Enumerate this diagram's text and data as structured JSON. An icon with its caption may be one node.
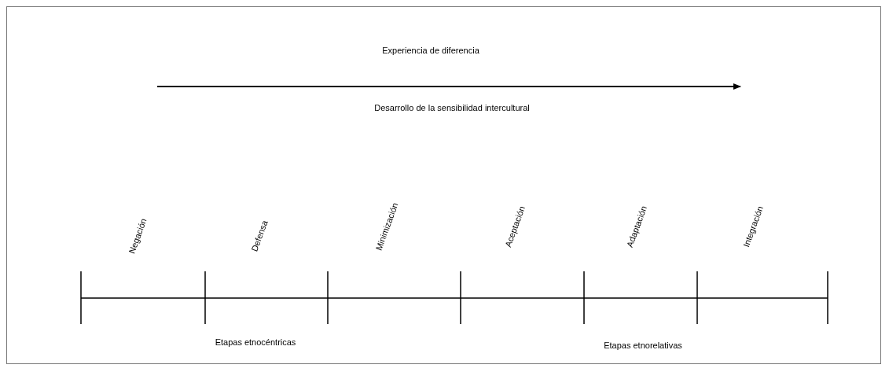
{
  "diagram": {
    "labels": [
      "Experiencia de diferencia",
      "Desarrollo de la sensibilidad intercultural",
      "Negación",
      "Defensa",
      "Minimización",
      "Aceptación",
      "Adaptación",
      "Integración",
      "Etapas etnocéntricas",
      "Etapas etnorelativas"
    ]
  }
}
